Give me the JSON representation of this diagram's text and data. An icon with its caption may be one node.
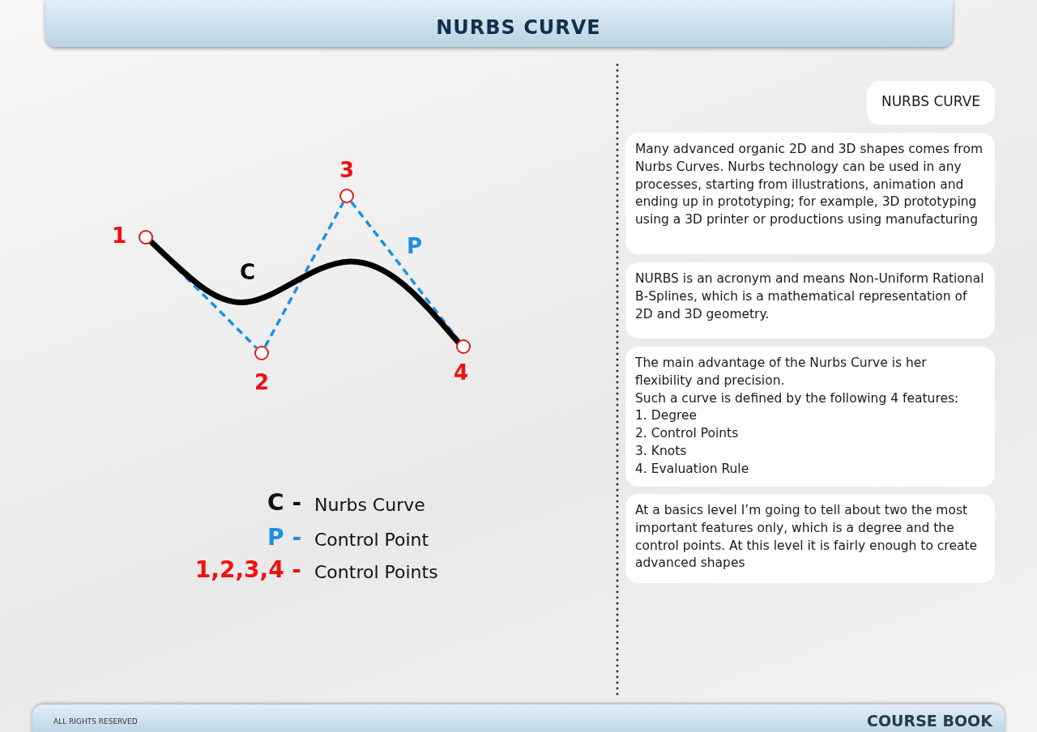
{
  "diagram": {
    "title": "NURBS CURVE",
    "nodes": [
      {
        "text": [],
        "shape": "circle",
        "beside": [
          "1"
        ]
      },
      {
        "text": [],
        "shape": "circle",
        "beside": [
          "2"
        ]
      },
      {
        "text": [],
        "shape": "circle",
        "beside": [
          "3"
        ]
      },
      {
        "text": [],
        "shape": "circle",
        "beside": [
          "4"
        ]
      },
      {
        "text": [
          "NURBS CURVE"
        ]
      },
      {
        "text": [
          "Many advanced organic 2D and 3D shapes comes from Nurbs Curves. Nurbs technology can be used in any processes, starting from illustrations, animation and ending up in prototyping; for example, 3D prototyping using a 3D printer or productions using manufacturing"
        ]
      },
      {
        "text": [
          "NURBS is an acronym and means Non-Uniform Rational B-Splines, which is a mathematical representation of 2D and 3D geometry."
        ]
      },
      {
        "text": [
          "The main advantage of the Nurbs Curve is her flexibility and precision.",
          "Such a curve is defined by the following 4 features:",
          "1. Degree",
          "2. Control Points",
          "3. Knots",
          "4. Evaluation Rule"
        ]
      },
      {
        "text": [
          "At a basics level I’m going to tell about two the most important features only, which is a degree and the control points. At this level it is fairly enough to create advanced shapes"
        ]
      }
    ],
    "edges": [
      {
        "from": 0,
        "to": 1,
        "arrow": "none",
        "style": "dashed",
        "color": "#1e90e0"
      },
      {
        "from": 1,
        "to": 2,
        "arrow": "none",
        "style": "dashed",
        "color": "#1e90e0"
      },
      {
        "from": 2,
        "to": 3,
        "arrow": "none",
        "style": "dashed",
        "color": "#1e90e0",
        "label": "P"
      },
      {
        "from": 0,
        "to": 3,
        "arrow": "none",
        "style": "thick",
        "color": "#000000",
        "label": "C"
      }
    ],
    "labels": [
      "C -",
      "Nurbs Curve",
      "P -",
      "Control Point",
      "1,2,3,4 -",
      "Control Points",
      "ALL RIGHTS RESERVED",
      "COURSE BOOK"
    ]
  }
}
